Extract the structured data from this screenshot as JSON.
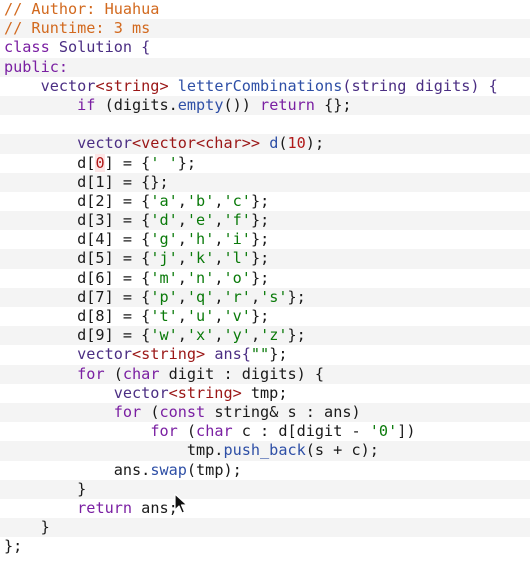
{
  "editor": {
    "language": "cpp",
    "lines": [
      [
        {
          "t": "// Author: Huahua",
          "c": "comment"
        }
      ],
      [
        {
          "t": "// Runtime: 3 ms",
          "c": "comment"
        }
      ],
      [
        {
          "t": "class",
          "c": "keyword"
        },
        {
          "t": " Solution {",
          "c": "type"
        }
      ],
      [
        {
          "t": "public:",
          "c": "keyword"
        }
      ],
      [
        {
          "t": "    vector",
          "c": "type"
        },
        {
          "t": "<string>",
          "c": "templ"
        },
        {
          "t": " ",
          "c": "plain"
        },
        {
          "t": "letterCombinations",
          "c": "func"
        },
        {
          "t": "(string digits) {",
          "c": "type"
        }
      ],
      [
        {
          "t": "        ",
          "c": "plain"
        },
        {
          "t": "if",
          "c": "keyword"
        },
        {
          "t": " (digits.",
          "c": "plain"
        },
        {
          "t": "empty",
          "c": "func"
        },
        {
          "t": "()) ",
          "c": "plain"
        },
        {
          "t": "return",
          "c": "keyword"
        },
        {
          "t": " {};",
          "c": "plain"
        }
      ],
      [
        {
          "t": "",
          "c": "plain"
        }
      ],
      [
        {
          "t": "        vector",
          "c": "type"
        },
        {
          "t": "<vector<char>>",
          "c": "templ"
        },
        {
          "t": " ",
          "c": "plain"
        },
        {
          "t": "d",
          "c": "func"
        },
        {
          "t": "(",
          "c": "plain"
        },
        {
          "t": "10",
          "c": "number"
        },
        {
          "t": ");",
          "c": "plain"
        }
      ],
      [
        {
          "t": "        d[",
          "c": "plain"
        },
        {
          "t": "0",
          "c": "numhl"
        },
        {
          "t": "] = {",
          "c": "plain"
        },
        {
          "t": "' '",
          "c": "string"
        },
        {
          "t": "};",
          "c": "plain"
        }
      ],
      [
        {
          "t": "        d[1] = {};",
          "c": "plain"
        }
      ],
      [
        {
          "t": "        d[2] = {",
          "c": "plain"
        },
        {
          "t": "'a'",
          "c": "string"
        },
        {
          "t": ",",
          "c": "plain"
        },
        {
          "t": "'b'",
          "c": "string"
        },
        {
          "t": ",",
          "c": "plain"
        },
        {
          "t": "'c'",
          "c": "string"
        },
        {
          "t": "};",
          "c": "plain"
        }
      ],
      [
        {
          "t": "        d[3] = {",
          "c": "plain"
        },
        {
          "t": "'d'",
          "c": "string"
        },
        {
          "t": ",",
          "c": "plain"
        },
        {
          "t": "'e'",
          "c": "string"
        },
        {
          "t": ",",
          "c": "plain"
        },
        {
          "t": "'f'",
          "c": "string"
        },
        {
          "t": "};",
          "c": "plain"
        }
      ],
      [
        {
          "t": "        d[4] = {",
          "c": "plain"
        },
        {
          "t": "'g'",
          "c": "string"
        },
        {
          "t": ",",
          "c": "plain"
        },
        {
          "t": "'h'",
          "c": "string"
        },
        {
          "t": ",",
          "c": "plain"
        },
        {
          "t": "'i'",
          "c": "string"
        },
        {
          "t": "};",
          "c": "plain"
        }
      ],
      [
        {
          "t": "        d[5] = {",
          "c": "plain"
        },
        {
          "t": "'j'",
          "c": "string"
        },
        {
          "t": ",",
          "c": "plain"
        },
        {
          "t": "'k'",
          "c": "string"
        },
        {
          "t": ",",
          "c": "plain"
        },
        {
          "t": "'l'",
          "c": "string"
        },
        {
          "t": "};",
          "c": "plain"
        }
      ],
      [
        {
          "t": "        d[6] = {",
          "c": "plain"
        },
        {
          "t": "'m'",
          "c": "string"
        },
        {
          "t": ",",
          "c": "plain"
        },
        {
          "t": "'n'",
          "c": "string"
        },
        {
          "t": ",",
          "c": "plain"
        },
        {
          "t": "'o'",
          "c": "string"
        },
        {
          "t": "};",
          "c": "plain"
        }
      ],
      [
        {
          "t": "        d[7] = {",
          "c": "plain"
        },
        {
          "t": "'p'",
          "c": "string"
        },
        {
          "t": ",",
          "c": "plain"
        },
        {
          "t": "'q'",
          "c": "string"
        },
        {
          "t": ",",
          "c": "plain"
        },
        {
          "t": "'r'",
          "c": "string"
        },
        {
          "t": ",",
          "c": "plain"
        },
        {
          "t": "'s'",
          "c": "string"
        },
        {
          "t": "};",
          "c": "plain"
        }
      ],
      [
        {
          "t": "        d[8] = {",
          "c": "plain"
        },
        {
          "t": "'t'",
          "c": "string"
        },
        {
          "t": ",",
          "c": "plain"
        },
        {
          "t": "'u'",
          "c": "string"
        },
        {
          "t": ",",
          "c": "plain"
        },
        {
          "t": "'v'",
          "c": "string"
        },
        {
          "t": "};",
          "c": "plain"
        }
      ],
      [
        {
          "t": "        d[9] = {",
          "c": "plain"
        },
        {
          "t": "'w'",
          "c": "string"
        },
        {
          "t": ",",
          "c": "plain"
        },
        {
          "t": "'x'",
          "c": "string"
        },
        {
          "t": ",",
          "c": "plain"
        },
        {
          "t": "'y'",
          "c": "string"
        },
        {
          "t": ",",
          "c": "plain"
        },
        {
          "t": "'z'",
          "c": "string"
        },
        {
          "t": "};",
          "c": "plain"
        }
      ],
      [
        {
          "t": "        vector",
          "c": "type"
        },
        {
          "t": "<string>",
          "c": "templ"
        },
        {
          "t": " ",
          "c": "plain"
        },
        {
          "t": "ans{",
          "c": "type"
        },
        {
          "t": "\"\"",
          "c": "string"
        },
        {
          "t": "};",
          "c": "plain"
        }
      ],
      [
        {
          "t": "        ",
          "c": "plain"
        },
        {
          "t": "for",
          "c": "keyword"
        },
        {
          "t": " (",
          "c": "plain"
        },
        {
          "t": "char",
          "c": "keyword"
        },
        {
          "t": " digit : digits) {",
          "c": "plain"
        }
      ],
      [
        {
          "t": "            vector",
          "c": "type"
        },
        {
          "t": "<string>",
          "c": "templ"
        },
        {
          "t": " tmp;",
          "c": "plain"
        }
      ],
      [
        {
          "t": "            ",
          "c": "plain"
        },
        {
          "t": "for",
          "c": "keyword"
        },
        {
          "t": " (",
          "c": "plain"
        },
        {
          "t": "const",
          "c": "keyword"
        },
        {
          "t": " string& s : ans)",
          "c": "plain"
        }
      ],
      [
        {
          "t": "                ",
          "c": "plain"
        },
        {
          "t": "for",
          "c": "keyword"
        },
        {
          "t": " (",
          "c": "plain"
        },
        {
          "t": "char",
          "c": "keyword"
        },
        {
          "t": " c : d[digit - ",
          "c": "plain"
        },
        {
          "t": "'0'",
          "c": "string"
        },
        {
          "t": "])",
          "c": "plain"
        }
      ],
      [
        {
          "t": "                    tmp.",
          "c": "plain"
        },
        {
          "t": "push_back",
          "c": "func"
        },
        {
          "t": "(s + c);",
          "c": "plain"
        }
      ],
      [
        {
          "t": "            ans.",
          "c": "plain"
        },
        {
          "t": "swap",
          "c": "func"
        },
        {
          "t": "(tmp);",
          "c": "plain"
        }
      ],
      [
        {
          "t": "        }",
          "c": "plain"
        }
      ],
      [
        {
          "t": "        ",
          "c": "plain"
        },
        {
          "t": "return",
          "c": "keyword"
        },
        {
          "t": " ans;",
          "c": "plain"
        }
      ],
      [
        {
          "t": "    }",
          "c": "plain"
        }
      ],
      [
        {
          "t": "};",
          "c": "plain"
        }
      ]
    ]
  },
  "cursor": {
    "icon": "mouse-pointer-icon"
  },
  "colors": {
    "comment": "#d2691e",
    "keyword": "#7a1fa2",
    "type": "#4b2e83",
    "template": "#9a1616",
    "function": "#2e4fa6",
    "number": "#b01818",
    "string": "#0a7a0a",
    "alt_row": "#f4f4f4"
  }
}
